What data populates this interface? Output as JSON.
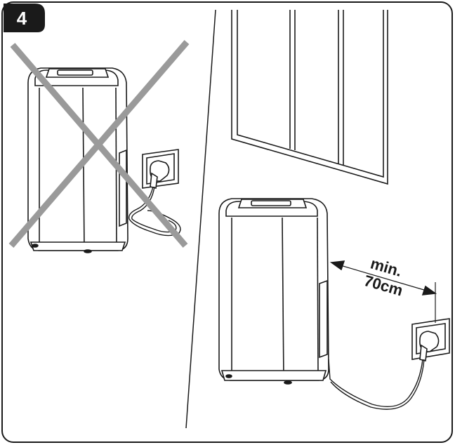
{
  "step": {
    "number": "4"
  },
  "dimension": {
    "line1": "min.",
    "line2": "70cm"
  },
  "colors": {
    "line": "#1a1a1a",
    "cross": "#9a9a9a",
    "badge": "#1a1a1a",
    "badge_text": "#ffffff",
    "background": "#ffffff"
  },
  "panels": [
    {
      "id": "incorrect",
      "state": "prohibited",
      "icon": "cross-out-icon"
    },
    {
      "id": "correct",
      "state": "allowed"
    }
  ]
}
